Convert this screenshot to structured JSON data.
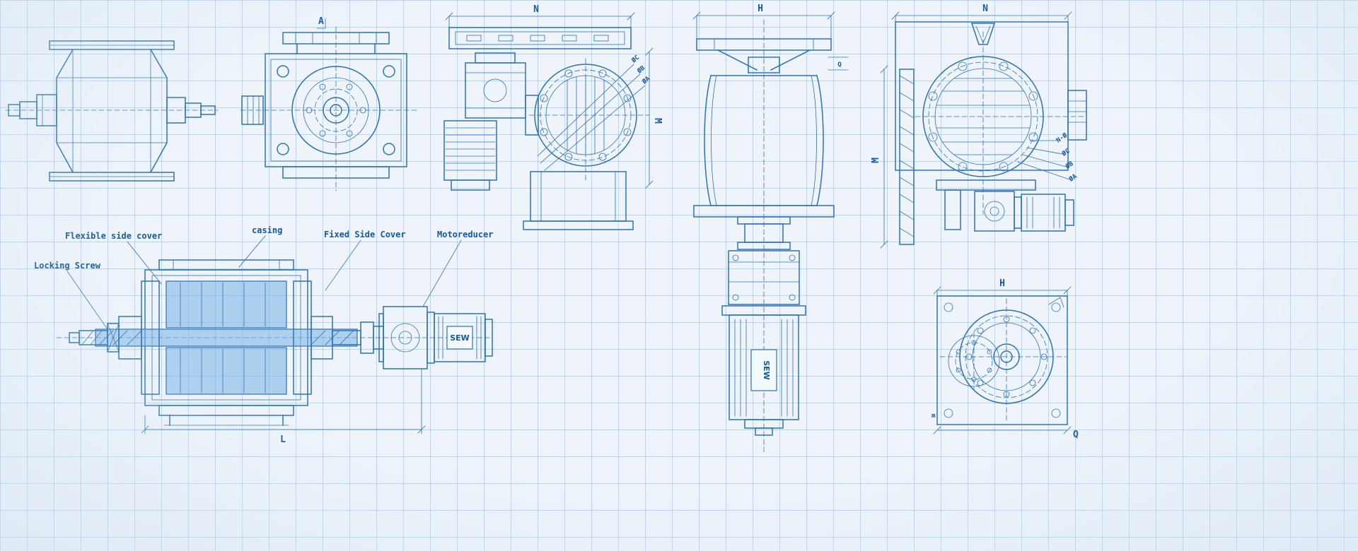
{
  "colors": {
    "line": "#2f72b2",
    "grid": "#bcd4ea",
    "paper": "#eef4fa",
    "rotor_fill": "#79b2e5",
    "text": "#15599f"
  },
  "callouts": {
    "locking_screw": "Locking Screw",
    "flexible_side_cover": "Flexible side cover",
    "casing": "casing",
    "fixed_side_cover": "Fixed Side Cover",
    "motoreducer": "Motoreducer"
  },
  "motor_brand": "SEW",
  "dims": {
    "section_a": "A",
    "top_n": "N",
    "top_m": "M",
    "top_phi_a": "ØA",
    "top_phi_b": "ØB",
    "top_phi_c": "ØC",
    "section_l": "L",
    "front_h": "H",
    "front_q": "Q",
    "side_n": "N",
    "side_m": "M",
    "side_n_phi": "N-Ø",
    "side_phi_c": "ØC",
    "side_phi_b": "ØB",
    "side_phi_a": "ØA",
    "plan_h": "H",
    "plan_q": "Q",
    "plan_m": "m"
  }
}
